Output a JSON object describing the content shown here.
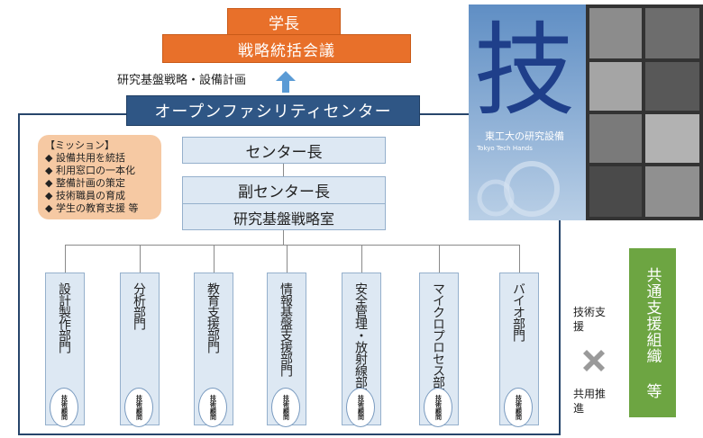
{
  "top": {
    "president": "学長",
    "council": "戦略統括会議",
    "strategy_text": "研究基盤戦略・設備計画"
  },
  "center": {
    "title": "オープンファシリティセンター",
    "director": "センター長",
    "deputy": "副センター長",
    "office": "研究基盤戦略室"
  },
  "mission": {
    "heading": "【ミッション】",
    "items": [
      "設備共用を統括",
      "利用窓口の一本化",
      "整備計画の策定",
      "技術職員の育成",
      "学生の教育支援 等"
    ]
  },
  "departments": [
    {
      "name": "設計製作部門",
      "advisor": "技術顧問"
    },
    {
      "name": "分析部門",
      "advisor": "技術顧問"
    },
    {
      "name": "教育支援部門",
      "advisor": "技術顧問"
    },
    {
      "name": "情報基盤支援部門",
      "advisor": "技術顧問"
    },
    {
      "name": "安全管理・放射線部門",
      "advisor": "技術顧問"
    },
    {
      "name": "マイクロプロセス部門",
      "advisor": "技術顧問"
    },
    {
      "name": "バイオ部門",
      "advisor": "技術顧問"
    }
  ],
  "right": {
    "tech_support": "技術支援",
    "shared_promotion": "共用推進",
    "support_org": "共通支援組織 等"
  },
  "photo": {
    "big_char": "技",
    "caption": "東工大の研究設備",
    "caption_en": "Tokyo Tech Hands"
  },
  "colors": {
    "orange": "#e8702a",
    "navy": "#2f5685",
    "light_blue": "#dde8f3",
    "peach": "#f6c9a3",
    "green": "#6da542"
  }
}
